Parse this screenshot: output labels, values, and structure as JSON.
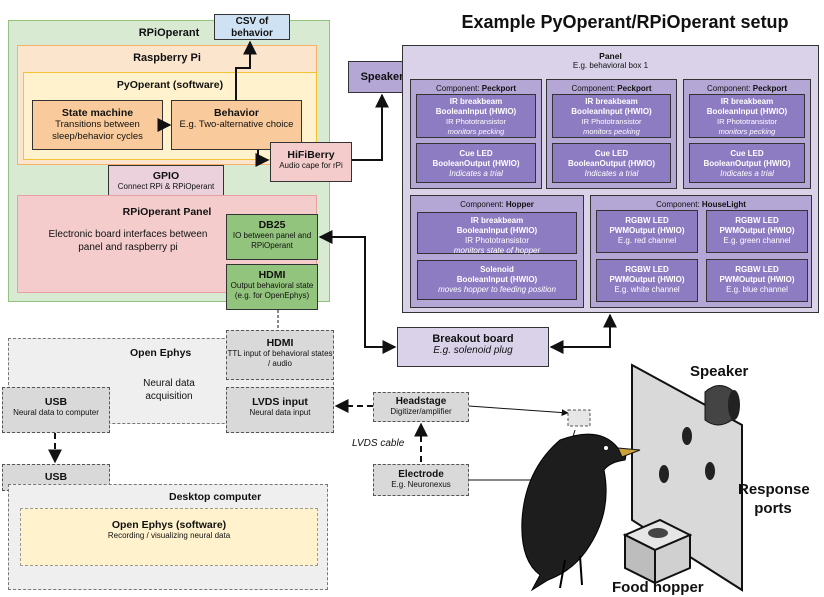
{
  "title": "Example PyOperant/RPiOperant setup",
  "rpioperant": {
    "label": "RPiOperant",
    "raspberry_pi": "Raspberry Pi",
    "pyoperant": "PyOperant (software)",
    "state_machine": {
      "title": "State machine",
      "desc": "Transitions between sleep/behavior cycles"
    },
    "behavior": {
      "title": "Behavior",
      "desc": "E.g. Two-alternative choice"
    },
    "gpio": {
      "title": "GPIO",
      "desc": "Connect RPi & RPiOperant"
    },
    "panel": {
      "title": "RPiOperant Panel",
      "desc": "Electronic board interfaces between panel and raspberry pi"
    }
  },
  "csv": "CSV of behavior",
  "hifiberry": {
    "title": "HiFiBerry",
    "desc": "Audio cape for rPi"
  },
  "db25": {
    "title": "DB25",
    "desc": "IO between panel and RPiOperant"
  },
  "hdmi_out": {
    "title": "HDMI",
    "desc": "Output behavioral state (e.g. for OpenEphys)"
  },
  "speaker_box": "Speaker",
  "panel": {
    "title": "Panel",
    "subtitle": "E.g. behavioral box 1",
    "peckports": [
      {
        "header_prefix": "Component: ",
        "header_name": "Peckport",
        "ir_title": "IR breakbeam",
        "ir_type": "BooleanInput (HWIO)",
        "ir_desc_a": "IR Phototransistor",
        "ir_desc_b": "monitors pecking",
        "led_title": "Cue LED",
        "led_type": "BooleanOutput (HWIO)",
        "led_desc": "Indicates a trial"
      },
      {
        "header_prefix": "Component: ",
        "header_name": "Peckport",
        "ir_title": "IR breakbeam",
        "ir_type": "BooleanInput (HWIO)",
        "ir_desc_a": "IR Phototransistor",
        "ir_desc_b": "monitors pecking",
        "led_title": "Cue LED",
        "led_type": "BooleanOutput (HWIO)",
        "led_desc": "Indicates a trial"
      },
      {
        "header_prefix": "Component: ",
        "header_name": "Peckport",
        "ir_title": "IR breakbeam",
        "ir_type": "BooleanInput (HWIO)",
        "ir_desc_a": "IR Phototransistor",
        "ir_desc_b": "monitors pecking",
        "led_title": "Cue LED",
        "led_type": "BooleanOutput (HWIO)",
        "led_desc": "Indicates a trial"
      }
    ],
    "hopper": {
      "header_prefix": "Component: ",
      "header_name": "Hopper",
      "ir_title": "IR breakbeam",
      "ir_type": "BooleanInput (HWIO)",
      "ir_desc_a": "IR Phototransistor",
      "ir_desc_b": "monitors state of hopper",
      "sol_title": "Solenoid",
      "sol_type": "BooleanInput (HWIO)",
      "sol_desc": "moves hopper to feeding position"
    },
    "houselight": {
      "header_prefix": "Component: ",
      "header_name": "HouseLight",
      "leds": [
        {
          "title": "RGBW LED",
          "type": "PWMOutput (HWIO)",
          "desc": "E.g. red channel"
        },
        {
          "title": "RGBW LED",
          "type": "PWMOutput (HWIO)",
          "desc": "E.g. green channel"
        },
        {
          "title": "RGBW LED",
          "type": "PWMOutput (HWIO)",
          "desc": "E.g. white channel"
        },
        {
          "title": "RGBW LED",
          "type": "PWMOutput (HWIO)",
          "desc": "E.g. blue channel"
        }
      ]
    }
  },
  "breakout": {
    "title": "Breakout board",
    "desc": "E.g. solenoid plug"
  },
  "open_ephys": {
    "title": "Open Ephys",
    "desc": "Neural data acquisition",
    "hdmi": {
      "title": "HDMI",
      "desc": "TTL input of behavioral states / audio"
    },
    "usb": {
      "title": "USB",
      "desc": "Neural data to computer"
    },
    "lvds": {
      "title": "LVDS input",
      "desc": "Neural data input"
    }
  },
  "headstage": {
    "title": "Headstage",
    "desc": "Digitizer/amplifier"
  },
  "lvds_cable": "LVDS cable",
  "electrode": {
    "title": "Electrode",
    "desc": "E.g. Neuronexus"
  },
  "desktop": {
    "usb": "USB",
    "title": "Desktop computer",
    "software_title": "Open Ephys (software)",
    "software_desc": "Recording / visualizing neural data"
  },
  "illustration": {
    "speaker": "Speaker",
    "response_ports": "Response ports",
    "food_hopper": "Food hopper"
  }
}
